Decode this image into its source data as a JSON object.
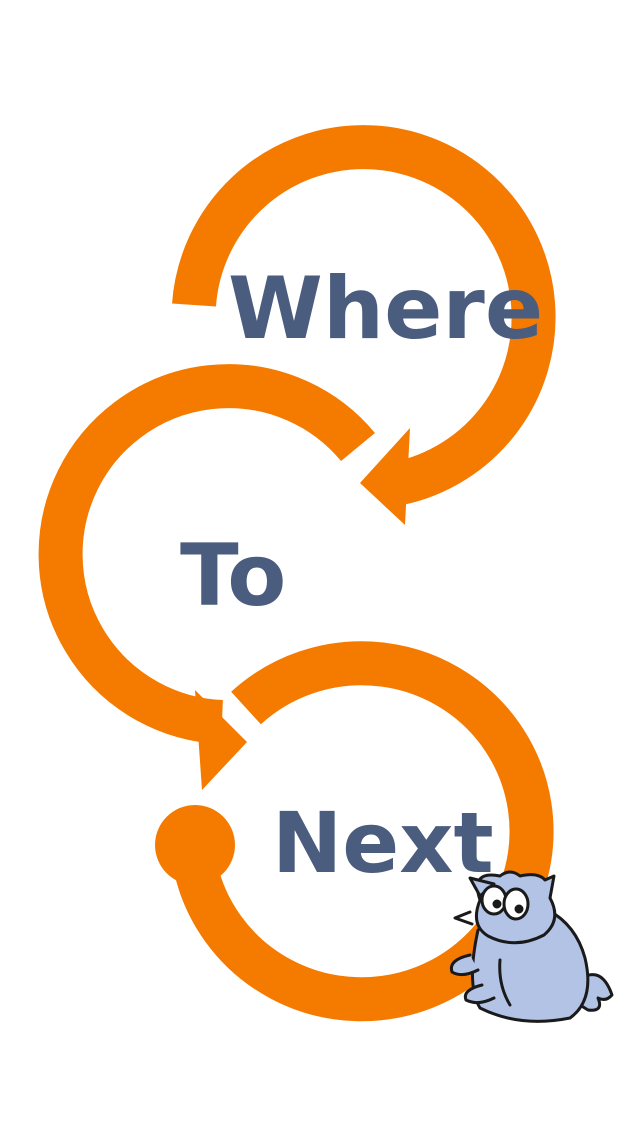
{
  "diagram": {
    "steps": [
      {
        "label": "Where"
      },
      {
        "label": "To"
      },
      {
        "label": "Next"
      }
    ],
    "colors": {
      "arrow": "#f57a00",
      "text": "#4b5d7e",
      "mascot_fill": "#b3c3e6",
      "mascot_outline": "#1a1a1a"
    },
    "mascot": {
      "icon": "cartoon-cat-icon"
    }
  }
}
